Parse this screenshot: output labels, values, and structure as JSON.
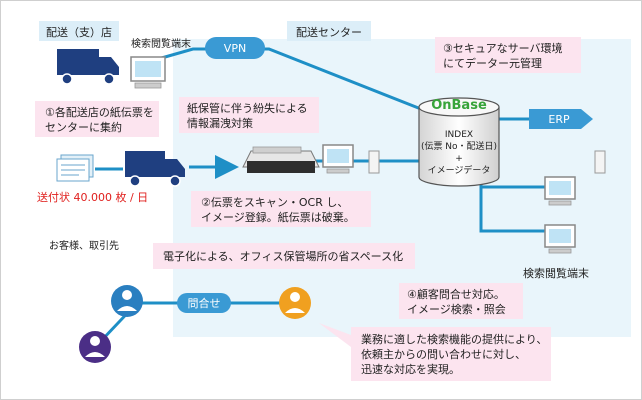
{
  "labels": {
    "branch": "配送（支）店",
    "terminal_top": "検索閲覧端末",
    "vpn": "VPN",
    "center": "配送センター",
    "erp": "ERP",
    "onbase": "OnBase",
    "db_line1": "INDEX",
    "db_line2": "(伝票 No・配送日)",
    "db_line3": "+",
    "db_line4": "イメージデータ",
    "volume": "送付状 40.000 枚 / 日",
    "customers": "お客様、取引先",
    "inquiry": "問合せ",
    "terminal_right": "検索閲覧端末"
  },
  "notes": {
    "n1_line1": "①各配送店の紙伝票を",
    "n1_line2": "センターに集約",
    "nloss_line1": "紙保管に伴う紛失による",
    "nloss_line2": "情報漏洩対策",
    "n2_line1": "②伝票をスキャン・OCR し、",
    "n2_line2": "イメージ登録。紙伝票は破棄。",
    "nspace": "電子化による、オフィス保管場所の省スペース化",
    "n3_line1": "③セキュアなサーバ環境",
    "n3_line2": "にてデーター元管理",
    "n4_line1": "④顧客問合せ対応。",
    "n4_line2": "イメージ検索・照会",
    "nsearch_line1": "業務に適した検索機能の提供により、",
    "nsearch_line2": "依頼主からの問い合わせに対し、",
    "nsearch_line3": "迅速な対応を実現。"
  },
  "colors": {
    "center_bg": "#e9f5fb",
    "note_pink": "#fce4ef",
    "label_bg": "#dceef8",
    "line_blue": "#1e8fc6",
    "pill_blue": "#3a9ad4",
    "truck_navy": "#1f3f80",
    "red_text": "#e0201e",
    "onbase_green": "#38a43a",
    "person_orange": "#f0a020",
    "person_blue": "#2a7fc0",
    "person_purple": "#4b2e86"
  }
}
